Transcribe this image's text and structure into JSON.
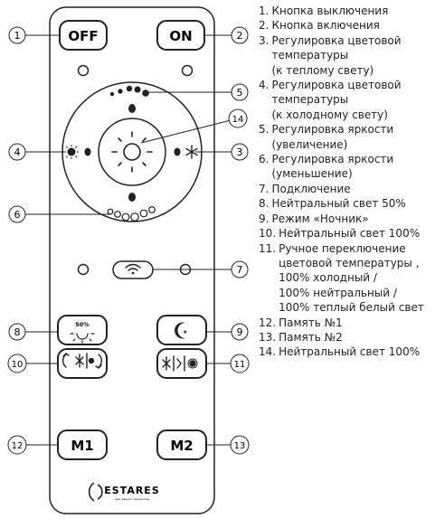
{
  "buttons": {
    "off": "OFF",
    "on": "ON",
    "m1": "M1",
    "m2": "M2",
    "neutral_50_label": "50%"
  },
  "brand": {
    "name": "ESTARES",
    "tagline": "свет вашего творчества"
  },
  "callouts": [
    "1",
    "2",
    "3",
    "4",
    "5",
    "6",
    "7",
    "8",
    "9",
    "10",
    "11",
    "12",
    "13",
    "14"
  ],
  "legend": [
    {
      "num": "1.",
      "lines": [
        "Кнопка выключения"
      ]
    },
    {
      "num": "2.",
      "lines": [
        "Кнопка включения"
      ]
    },
    {
      "num": "3.",
      "lines": [
        "Регулировка цветовой",
        "температуры",
        "(к теплому свету)"
      ]
    },
    {
      "num": "4.",
      "lines": [
        "Регулировка цветовой",
        "температуры",
        "(к холодному свету)"
      ]
    },
    {
      "num": "5.",
      "lines": [
        "Регулировка яркости",
        "(увеличение)"
      ]
    },
    {
      "num": "6.",
      "lines": [
        "Регулировка яркости",
        "(уменьшение)"
      ]
    },
    {
      "num": "7.",
      "lines": [
        "Подключение"
      ]
    },
    {
      "num": "8.",
      "lines": [
        "Нейтральный свет 50%"
      ]
    },
    {
      "num": "9.",
      "lines": [
        "Режим «Ночник»"
      ]
    },
    {
      "num": "10.",
      "lines": [
        "Нейтральный свет 100%"
      ]
    },
    {
      "num": "11.",
      "lines": [
        "Ручное переключение",
        "цветовой температуры ,",
        "100% холодный /",
        "100% нейтральный /",
        "100% теплый белый свет"
      ]
    },
    {
      "num": "12.",
      "lines": [
        "Память №1"
      ]
    },
    {
      "num": "13.",
      "lines": [
        "Память №2"
      ]
    },
    {
      "num": "14.",
      "lines": [
        "Нейтральный свет 100%"
      ]
    }
  ]
}
